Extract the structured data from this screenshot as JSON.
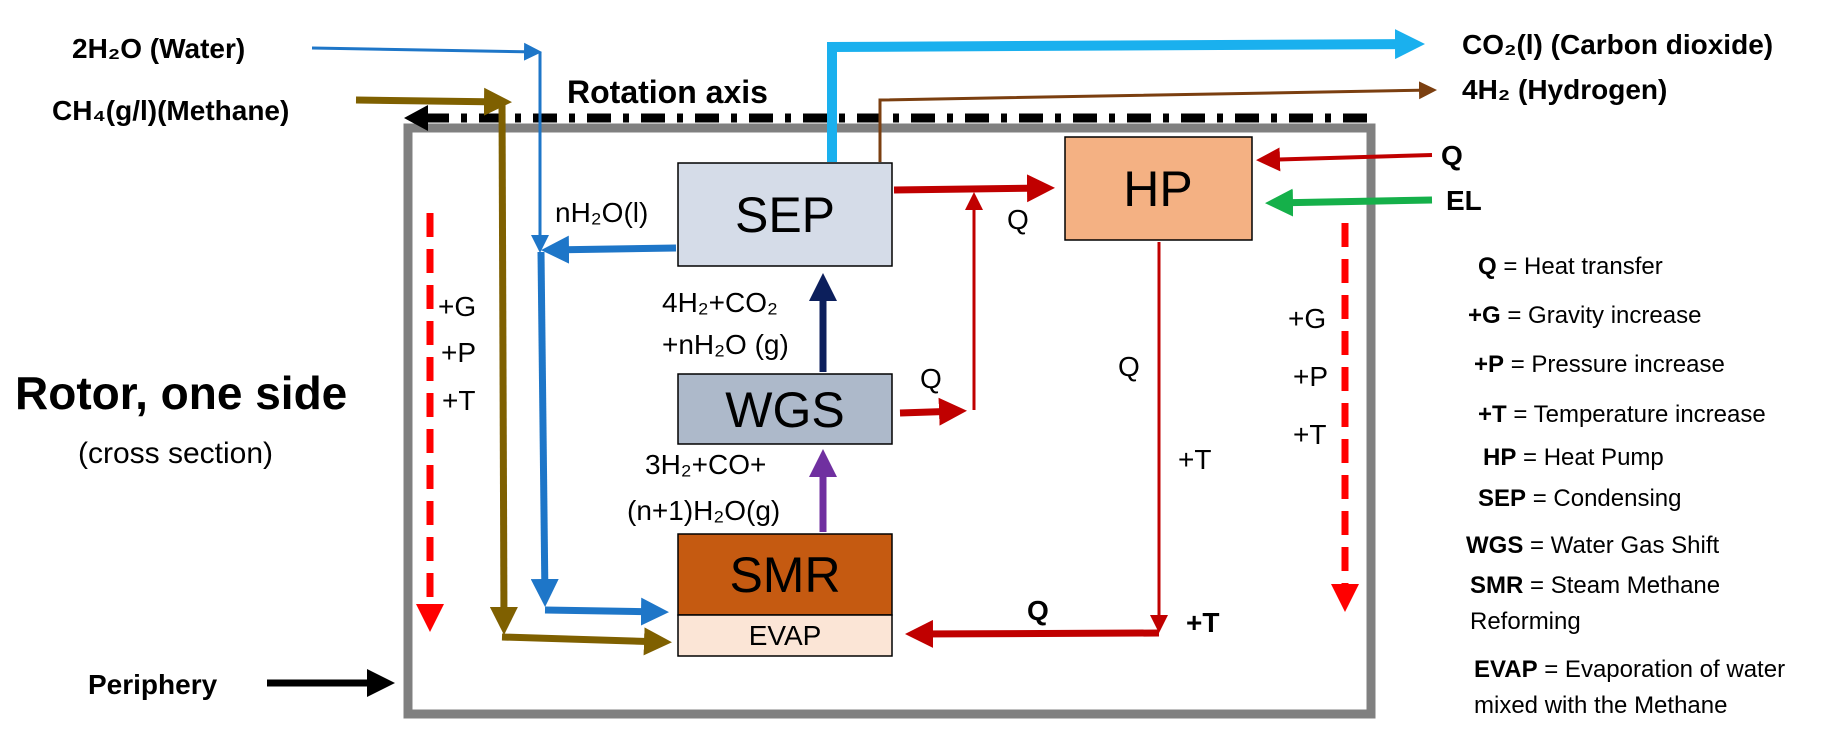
{
  "inputs": {
    "water": "2H₂O (Water)",
    "methane": "CH₄(g/l)(Methane)"
  },
  "outputs": {
    "co2": "CO₂(l) (Carbon dioxide)",
    "hydrogen": "4H₂ (Hydrogen)"
  },
  "rotation_axis": "Rotation axis",
  "rotor": {
    "title": "Rotor, one side",
    "subtitle": "(cross section)"
  },
  "periphery": "Periphery",
  "blocks": {
    "sep": "SEP",
    "wgs": "WGS",
    "smr": "SMR",
    "evap": "EVAP",
    "hp": "HP"
  },
  "streams": {
    "sep_to_wgs_1": "4H₂+CO₂",
    "sep_to_wgs_2": "+nH₂O (g)",
    "smr_to_wgs_1": "3H₂+CO+",
    "smr_to_wgs_2": "(n+1)H₂O(g)",
    "condensate": "nH₂O(l)"
  },
  "hp_inputs": {
    "q": "Q",
    "el": "EL"
  },
  "flow_labels": {
    "q_sep_hp": "Q",
    "q_wgs": "Q",
    "q_hp_down": "Q",
    "t_hp_down": "+T",
    "q_bottom": "Q",
    "t_bottom": "+T"
  },
  "gradients": {
    "left": [
      "+G",
      "+P",
      "+T"
    ],
    "right": [
      "+G",
      "+P",
      "+T"
    ]
  },
  "legend": [
    {
      "key": "Q",
      "desc": " = Heat transfer"
    },
    {
      "key": "+G",
      "desc": " = Gravity increase"
    },
    {
      "key": "+P",
      "desc": " = Pressure increase"
    },
    {
      "key": "+T",
      "desc": " = Temperature increase"
    },
    {
      "key": "HP",
      "desc": " = Heat Pump"
    },
    {
      "key": "SEP",
      "desc": " = Condensing"
    },
    {
      "key": "WGS",
      "desc": " = Water Gas Shift"
    },
    {
      "key": "SMR",
      "desc": " = Steam Methane"
    },
    {
      "key": "",
      "desc": "Reforming"
    },
    {
      "key": "EVAP",
      "desc": " = Evaporation of water"
    },
    {
      "key": "",
      "desc": "mixed with the Methane"
    }
  ],
  "colors": {
    "frame": "#808080",
    "water": "#1e76c8",
    "methane": "#7f6000",
    "co2": "#1ab0ee",
    "hydrogen": "#7b3f10",
    "heat": "#c00000",
    "electricity": "#15b04a",
    "gas_up": "#0c1f5c",
    "gas_smr": "#7030a0",
    "sep_fill": "#d5dce8",
    "wgs_fill": "#adb9ca",
    "smr_fill": "#c55a11",
    "evap_fill": "#fbe5d6",
    "hp_fill": "#f4b183",
    "gradient_arrow": "#ff0000"
  }
}
